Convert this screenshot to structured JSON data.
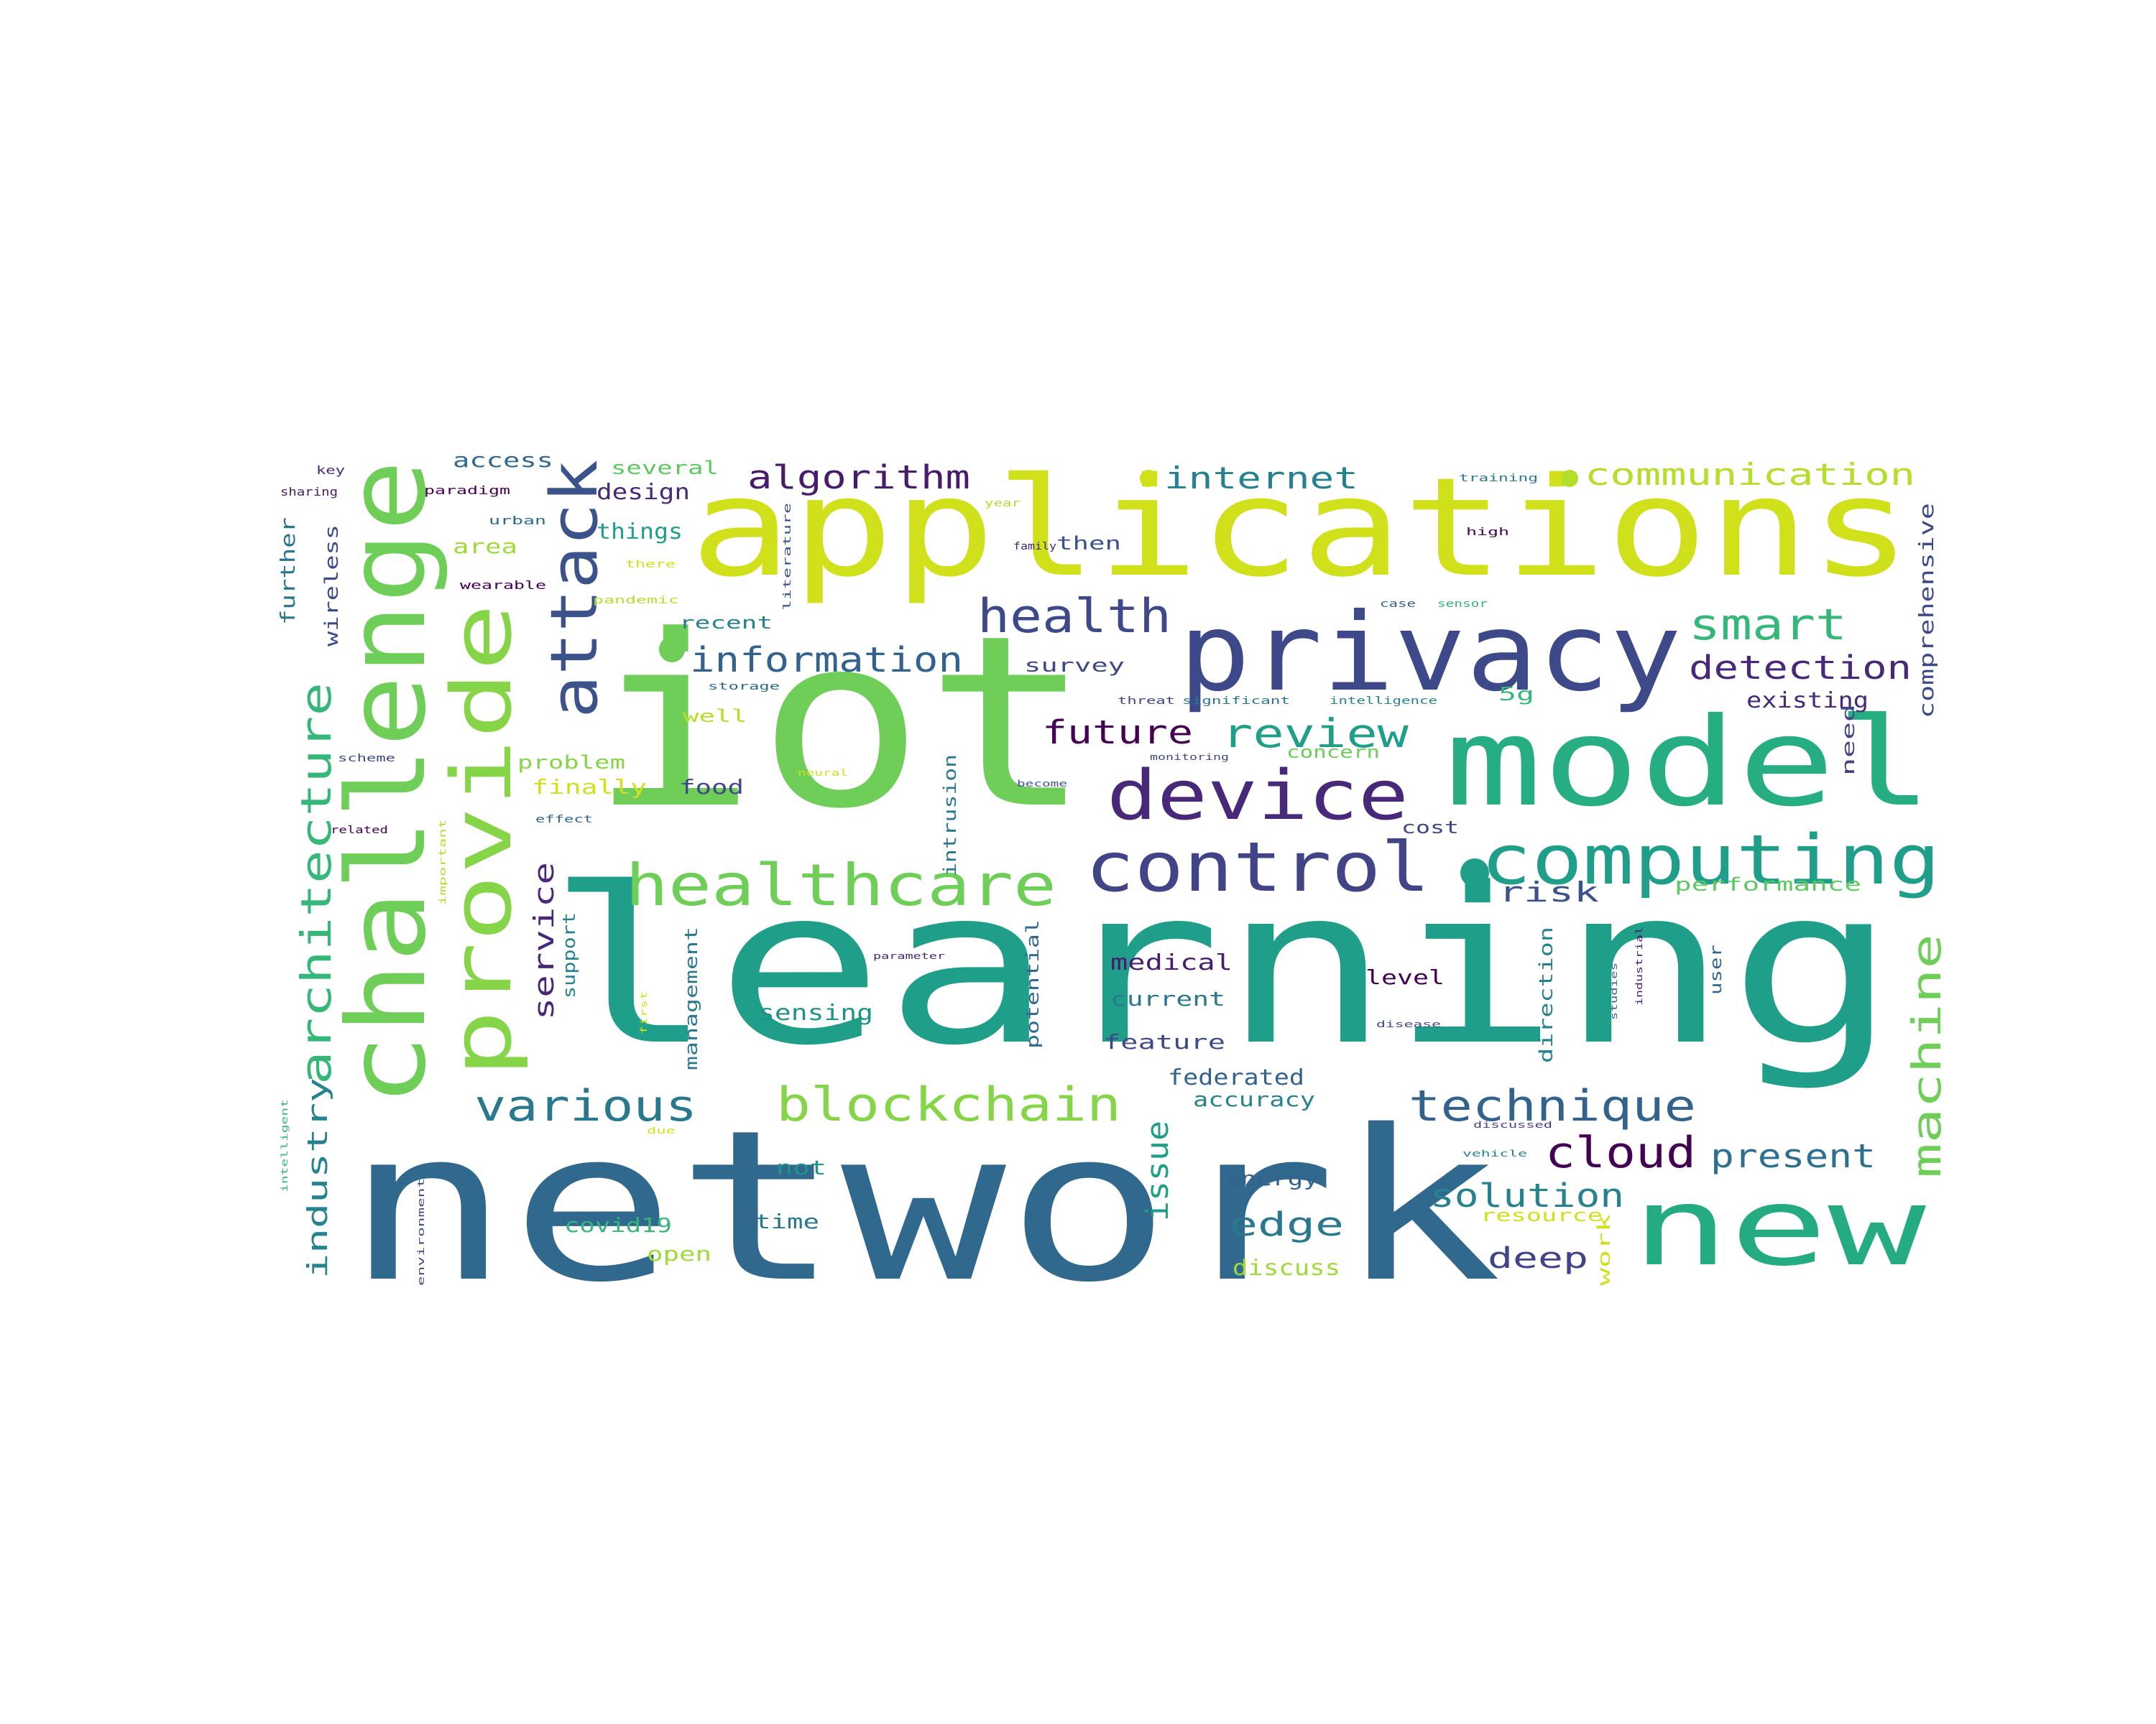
{
  "words": [
    {
      "text": "learning",
      "color": "#1f9e89"
    },
    {
      "text": "network",
      "color": "#31688e"
    },
    {
      "text": "iot",
      "color": "#6ece58"
    },
    {
      "text": "applications",
      "color": "#d0e11c"
    },
    {
      "text": "privacy",
      "color": "#3e4989"
    },
    {
      "text": "model",
      "color": "#26ad81"
    },
    {
      "text": "challenge",
      "color": "#6ece58"
    },
    {
      "text": "new",
      "color": "#25ab82"
    },
    {
      "text": "provide",
      "color": "#86d549"
    },
    {
      "text": "attack",
      "color": "#3b528b"
    },
    {
      "text": "device",
      "color": "#482878"
    },
    {
      "text": "control",
      "color": "#414487"
    },
    {
      "text": "computing",
      "color": "#1f9e89"
    },
    {
      "text": "healthcare",
      "color": "#6ece58"
    },
    {
      "text": "blockchain",
      "color": "#86d549"
    },
    {
      "text": "architecture",
      "color": "#35b779"
    },
    {
      "text": "various",
      "color": "#2a788e"
    },
    {
      "text": "technique",
      "color": "#33638d"
    },
    {
      "text": "machine",
      "color": "#6ece58"
    },
    {
      "text": "cloud",
      "color": "#440154"
    },
    {
      "text": "health",
      "color": "#3e4989"
    },
    {
      "text": "smart",
      "color": "#35b779"
    },
    {
      "text": "review",
      "color": "#1f9e89"
    },
    {
      "text": "information",
      "color": "#33638d"
    },
    {
      "text": "detection",
      "color": "#482878"
    },
    {
      "text": "algorithm",
      "color": "#481b6d"
    },
    {
      "text": "communication",
      "color": "#b5de2b"
    },
    {
      "text": "internet",
      "color": "#26828e"
    },
    {
      "text": "present",
      "color": "#2d708e"
    },
    {
      "text": "future",
      "color": "#440154"
    },
    {
      "text": "solution",
      "color": "#26828e"
    },
    {
      "text": "edge",
      "color": "#2a788e"
    },
    {
      "text": "deep",
      "color": "#414487"
    },
    {
      "text": "issue",
      "color": "#1f9e89"
    },
    {
      "text": "industry",
      "color": "#26828e"
    },
    {
      "text": "service",
      "color": "#482878"
    },
    {
      "text": "risk",
      "color": "#3b528b"
    },
    {
      "text": "existing",
      "color": "#482878"
    },
    {
      "text": "comprehensive",
      "color": "#3e4989"
    },
    {
      "text": "medical",
      "color": "#481b6d"
    },
    {
      "text": "federated",
      "color": "#33638d"
    },
    {
      "text": "accuracy",
      "color": "#26828e"
    },
    {
      "text": "current",
      "color": "#2a788e"
    },
    {
      "text": "feature",
      "color": "#3e4989"
    },
    {
      "text": "sensing",
      "color": "#21918c"
    },
    {
      "text": "energy",
      "color": "#33638d"
    },
    {
      "text": "discuss",
      "color": "#a0da39"
    },
    {
      "text": "covid19",
      "color": "#35b779"
    },
    {
      "text": "open",
      "color": "#a0da39"
    },
    {
      "text": "time",
      "color": "#2a788e"
    },
    {
      "text": "not",
      "color": "#21918c"
    },
    {
      "text": "level",
      "color": "#440154"
    },
    {
      "text": "survey",
      "color": "#3e4989"
    },
    {
      "text": "things",
      "color": "#1f9e89"
    },
    {
      "text": "design",
      "color": "#482878"
    },
    {
      "text": "access",
      "color": "#31688e"
    },
    {
      "text": "several",
      "color": "#5ec962"
    },
    {
      "text": "area",
      "color": "#a0da39"
    },
    {
      "text": "recent",
      "color": "#26828e"
    },
    {
      "text": "well",
      "color": "#b5de2b"
    },
    {
      "text": "problem",
      "color": "#86d549"
    },
    {
      "text": "finally",
      "color": "#d0e11c"
    },
    {
      "text": "food",
      "color": "#3e4989"
    },
    {
      "text": "then",
      "color": "#3b528b"
    },
    {
      "text": "concern",
      "color": "#6ece58"
    },
    {
      "text": "cost",
      "color": "#414487"
    },
    {
      "text": "performance",
      "color": "#5ec962"
    },
    {
      "text": "resource",
      "color": "#d0e11c"
    },
    {
      "text": "5g",
      "color": "#35b779"
    },
    {
      "text": "further",
      "color": "#2a788e"
    },
    {
      "text": "wireless",
      "color": "#3e4989"
    },
    {
      "text": "support",
      "color": "#26828e"
    },
    {
      "text": "management",
      "color": "#2a788e"
    },
    {
      "text": "potential",
      "color": "#31688e"
    },
    {
      "text": "intrusion",
      "color": "#2a788e"
    },
    {
      "text": "direction",
      "color": "#26828e"
    },
    {
      "text": "user",
      "color": "#31688e"
    },
    {
      "text": "need",
      "color": "#414487"
    },
    {
      "text": "work",
      "color": "#d0e11c"
    },
    {
      "text": "key",
      "color": "#482878"
    },
    {
      "text": "sharing",
      "color": "#481b6d"
    },
    {
      "text": "paradigm",
      "color": "#440154"
    },
    {
      "text": "urban",
      "color": "#31688e"
    },
    {
      "text": "wearable",
      "color": "#440154"
    },
    {
      "text": "pandemic",
      "color": "#b5de2b"
    },
    {
      "text": "literature",
      "color": "#3b528b"
    },
    {
      "text": "year",
      "color": "#b5de2b"
    },
    {
      "text": "there",
      "color": "#d0e11c"
    },
    {
      "text": "family",
      "color": "#482878"
    },
    {
      "text": "training",
      "color": "#2a788e"
    },
    {
      "text": "high",
      "color": "#440154"
    },
    {
      "text": "case",
      "color": "#33638d"
    },
    {
      "text": "sensor",
      "color": "#35b779"
    },
    {
      "text": "storage",
      "color": "#31688e"
    },
    {
      "text": "threat",
      "color": "#414487"
    },
    {
      "text": "significant",
      "color": "#2a788e"
    },
    {
      "text": "intelligence",
      "color": "#26828e"
    },
    {
      "text": "scheme",
      "color": "#3e4989"
    },
    {
      "text": "related",
      "color": "#440154"
    },
    {
      "text": "effect",
      "color": "#31688e"
    },
    {
      "text": "important",
      "color": "#b5de2b"
    },
    {
      "text": "neural",
      "color": "#d0e11c"
    },
    {
      "text": "become",
      "color": "#3b528b"
    },
    {
      "text": "monitoring",
      "color": "#414487"
    },
    {
      "text": "parameter",
      "color": "#482878"
    },
    {
      "text": "first",
      "color": "#d0e11c"
    },
    {
      "text": "studies",
      "color": "#31688e"
    },
    {
      "text": "industrial",
      "color": "#481b6d"
    },
    {
      "text": "disease",
      "color": "#3e4989"
    },
    {
      "text": "discussed",
      "color": "#414487"
    },
    {
      "text": "vehicle",
      "color": "#26828e"
    },
    {
      "text": "due",
      "color": "#d0e11c"
    },
    {
      "text": "intelligent",
      "color": "#35b779"
    },
    {
      "text": "environment",
      "color": "#3e4989"
    }
  ]
}
